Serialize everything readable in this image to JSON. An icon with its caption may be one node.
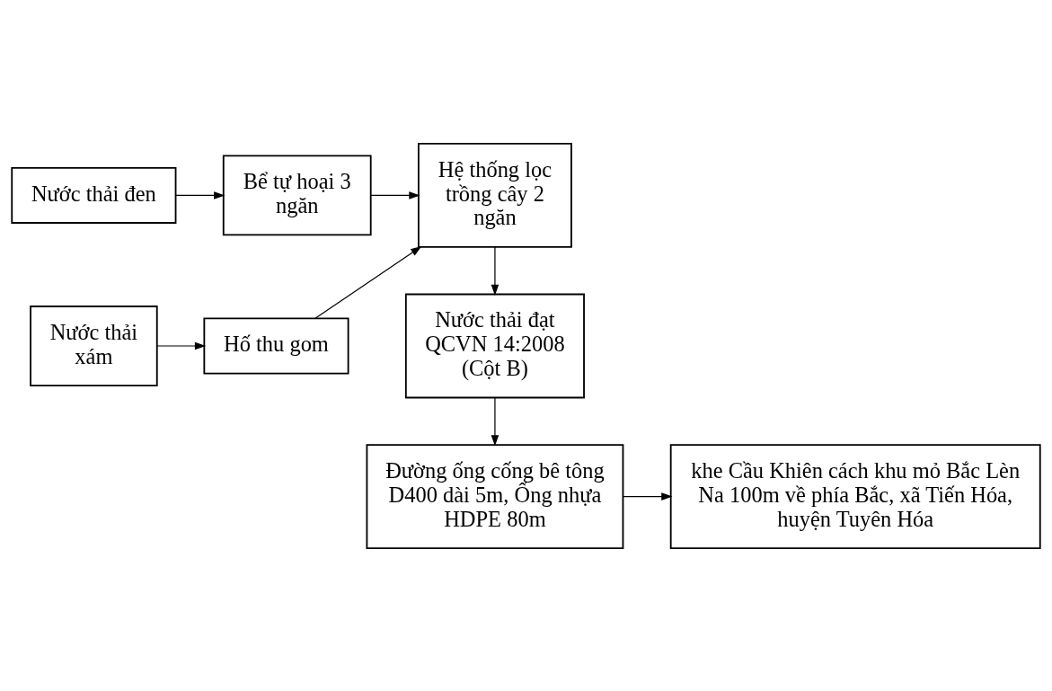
{
  "diagram": {
    "nodes": [
      {
        "text": [
          "Nước thải đen"
        ]
      },
      {
        "text": [
          "Bể tự hoại 3 ngăn"
        ]
      },
      {
        "text": [
          "Hệ thống lọc trồng cây 2 ngăn"
        ]
      },
      {
        "text": [
          "Nước thải xám"
        ]
      },
      {
        "text": [
          "Hố thu gom"
        ]
      },
      {
        "text": [
          "Nước thải đạt QCVN 14:2008 (Cột B)"
        ]
      },
      {
        "text": [
          "khe Cầu Khiên cách khu mỏ Bắc Lèn Na 100m về phía Bắc, xã Tiến Hóa, huyện Tuyên Hóa"
        ]
      },
      {
        "text": [
          "Đường ống cống bê tông D400 dài 5m, Ống nhựa HDPE 80m"
        ]
      }
    ],
    "edges": [
      {
        "from": 0,
        "to": 1,
        "arrow": "to"
      },
      {
        "from": 1,
        "to": 2,
        "arrow": "to"
      },
      {
        "from": 3,
        "to": 4,
        "arrow": "to"
      },
      {
        "from": 4,
        "to": 2,
        "arrow": "to"
      },
      {
        "from": 2,
        "to": 5,
        "arrow": "to"
      },
      {
        "from": 5,
        "to": 7,
        "arrow": "to"
      },
      {
        "from": 7,
        "to": 6,
        "arrow": "to"
      }
    ]
  }
}
